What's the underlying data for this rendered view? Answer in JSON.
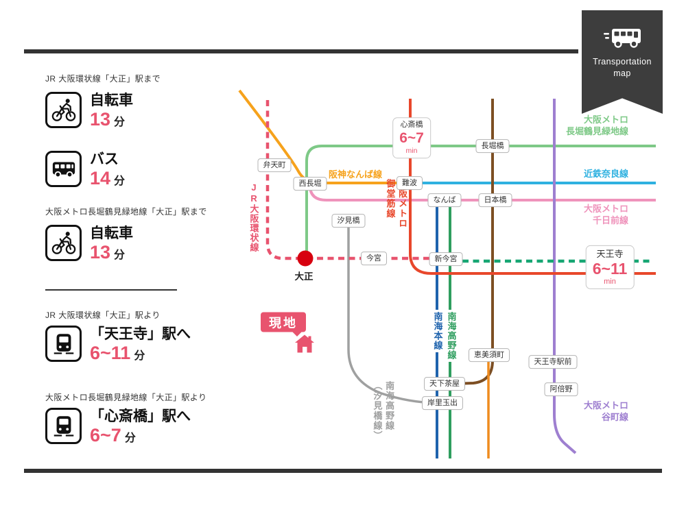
{
  "accent_red": "#e8536e",
  "bars_color": "#333333",
  "badge": {
    "bg": "#3d3d3d",
    "line1": "Transportation",
    "line2": "map"
  },
  "left_panel": {
    "sections": [
      {
        "heading": "JR 大阪環状線「大正」駅まで",
        "rows": [
          {
            "icon": "bicycle-icon",
            "label": "自転車",
            "value": "13",
            "unit": "分"
          },
          {
            "icon": "bus-icon",
            "label": "バス",
            "value": "14",
            "unit": "分"
          }
        ]
      },
      {
        "heading": "大阪メトロ長堀鶴見緑地線「大正」駅まで",
        "rows": [
          {
            "icon": "bicycle-icon",
            "label": "自転車",
            "value": "13",
            "unit": "分"
          }
        ]
      },
      {
        "heading": "JR 大阪環状線「大正」駅より",
        "rows": [
          {
            "icon": "train-icon",
            "label": "「天王寺」駅へ",
            "value": "6~11",
            "unit": "分"
          }
        ]
      },
      {
        "heading": "大阪メトロ長堀鶴見緑地線「大正」駅より",
        "rows": [
          {
            "icon": "train-icon",
            "label": "「心斎橋」駅へ",
            "value": "6~7",
            "unit": "分"
          }
        ]
      }
    ]
  },
  "map": {
    "origin": "大正",
    "site_label": "現地",
    "stations": [
      "弁天町",
      "西長堀",
      "汐見橋",
      "今宮",
      "難波",
      "なんば",
      "長堀橋",
      "日本橋",
      "新今宮",
      "恵美須町",
      "天下茶屋",
      "岸里玉出",
      "天王寺駅前",
      "阿倍野"
    ],
    "bubbles": [
      {
        "station": "心斎橋",
        "time": "6~7",
        "unit": "min"
      },
      {
        "station": "天王寺",
        "time": "6~11",
        "unit": "min"
      }
    ],
    "labels": {
      "jr_loop": "JR大阪環状線",
      "hanshin": "阪神なんば線",
      "nagahori_1": "大阪メトロ",
      "nagahori_2": "長堀鶴見緑地線",
      "kintetsu": "近鉄奈良線",
      "sennichimae_1": "大阪メトロ",
      "sennichimae_2": "千日前線",
      "midosuji_1": "大阪メトロ",
      "midosuji_2": "御堂筋線",
      "nankai_main": "南海本線",
      "nankai_koya": "南海高野線",
      "tanimachi_1": "大阪メトロ",
      "tanimachi_2": "谷町線",
      "shiomibashi_1": "南海高野線",
      "shiomibashi_2": "（汐見橋線）"
    },
    "colors": {
      "jr_loop": "#e8536e",
      "jr_dashed_east": "#17a673",
      "hanshin": "#f6a21c",
      "nagahori": "#7ec987",
      "kintetsu": "#2fb1e0",
      "sennichimae": "#ef93bb",
      "midosuji": "#e8472b",
      "nankai_main": "#1f63ad",
      "nankai_koya": "#2f9e5f",
      "sakaisuji": "#7d4f23",
      "hankai": "#ef8c1f",
      "tanimachi": "#9e7fd0",
      "shiomibashi": "#9fa0a0",
      "origin_dot": "#d7000f"
    }
  }
}
